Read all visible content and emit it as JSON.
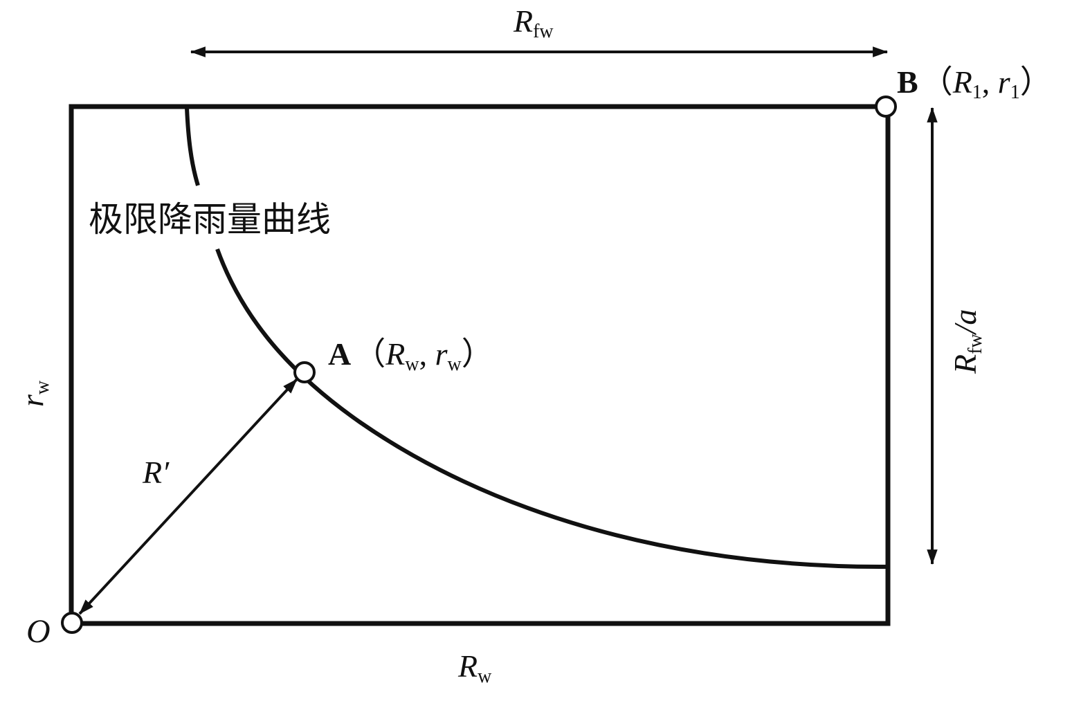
{
  "curve_label": "极限降雨量曲线",
  "points": {
    "origin": {
      "name": "O"
    },
    "A": {
      "name": "A",
      "coord_open": "（",
      "x": "R",
      "x_sub": "w",
      "sep": ", ",
      "y": "r",
      "y_sub": "w",
      "coord_close": "）"
    },
    "B": {
      "name": "B",
      "coord_open": "（",
      "x": "R",
      "x_sub": "1",
      "sep": ", ",
      "y": "r",
      "y_sub": "1",
      "coord_close": "）"
    }
  },
  "dimensions": {
    "top": {
      "main": "R",
      "sub": "fw"
    },
    "right": {
      "main": "R",
      "sub": "fw",
      "tail": "/a"
    },
    "left": {
      "main": "r",
      "sub": "w"
    },
    "bottom": {
      "main": "R",
      "sub": "w"
    },
    "radius": {
      "main": "R",
      "prime": "′"
    }
  },
  "colors": {
    "stroke": "#111111",
    "background": "#ffffff"
  }
}
